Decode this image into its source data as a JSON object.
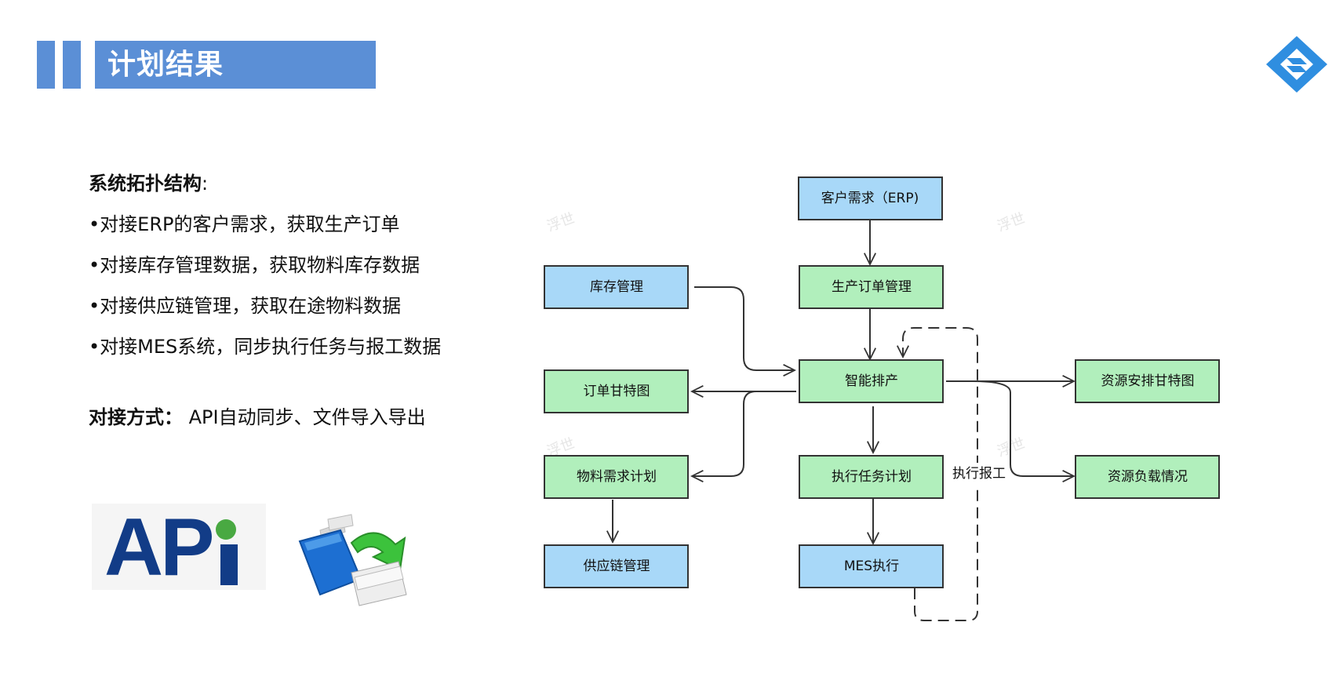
{
  "header": {
    "title": "计划结果"
  },
  "content": {
    "topology_title": "系统拓扑结构",
    "topology_colon": ":",
    "bullets": [
      "•对接ERP的客户需求，获取生产订单",
      "•对接库存管理数据，获取物料库存数据",
      "•对接供应链管理，获取在途物料数据",
      "•对接MES系统，同步执行任务与报工数据"
    ],
    "method_label": "对接方式：",
    "method_value": "API自动同步、文件导入导出",
    "api_logo_text": "AP"
  },
  "colors": {
    "accent": "#5b8fd6",
    "node_blue": "#a8d8f8",
    "node_green": "#b1efbc"
  },
  "diagram": {
    "nodes": {
      "erp": "客户需求（ERP)",
      "prod_order": "生产订单管理",
      "inventory": "库存管理",
      "smart_sched": "智能排产",
      "order_gantt": "订单甘特图",
      "resource_gantt": "资源安排甘特图",
      "material_plan": "物料需求计划",
      "exec_task": "执行任务计划",
      "resource_load": "资源负载情况",
      "supply_chain": "供应链管理",
      "mes_exec": "MES执行"
    },
    "edge_label_report": "执行报工",
    "watermark": "浮世"
  }
}
